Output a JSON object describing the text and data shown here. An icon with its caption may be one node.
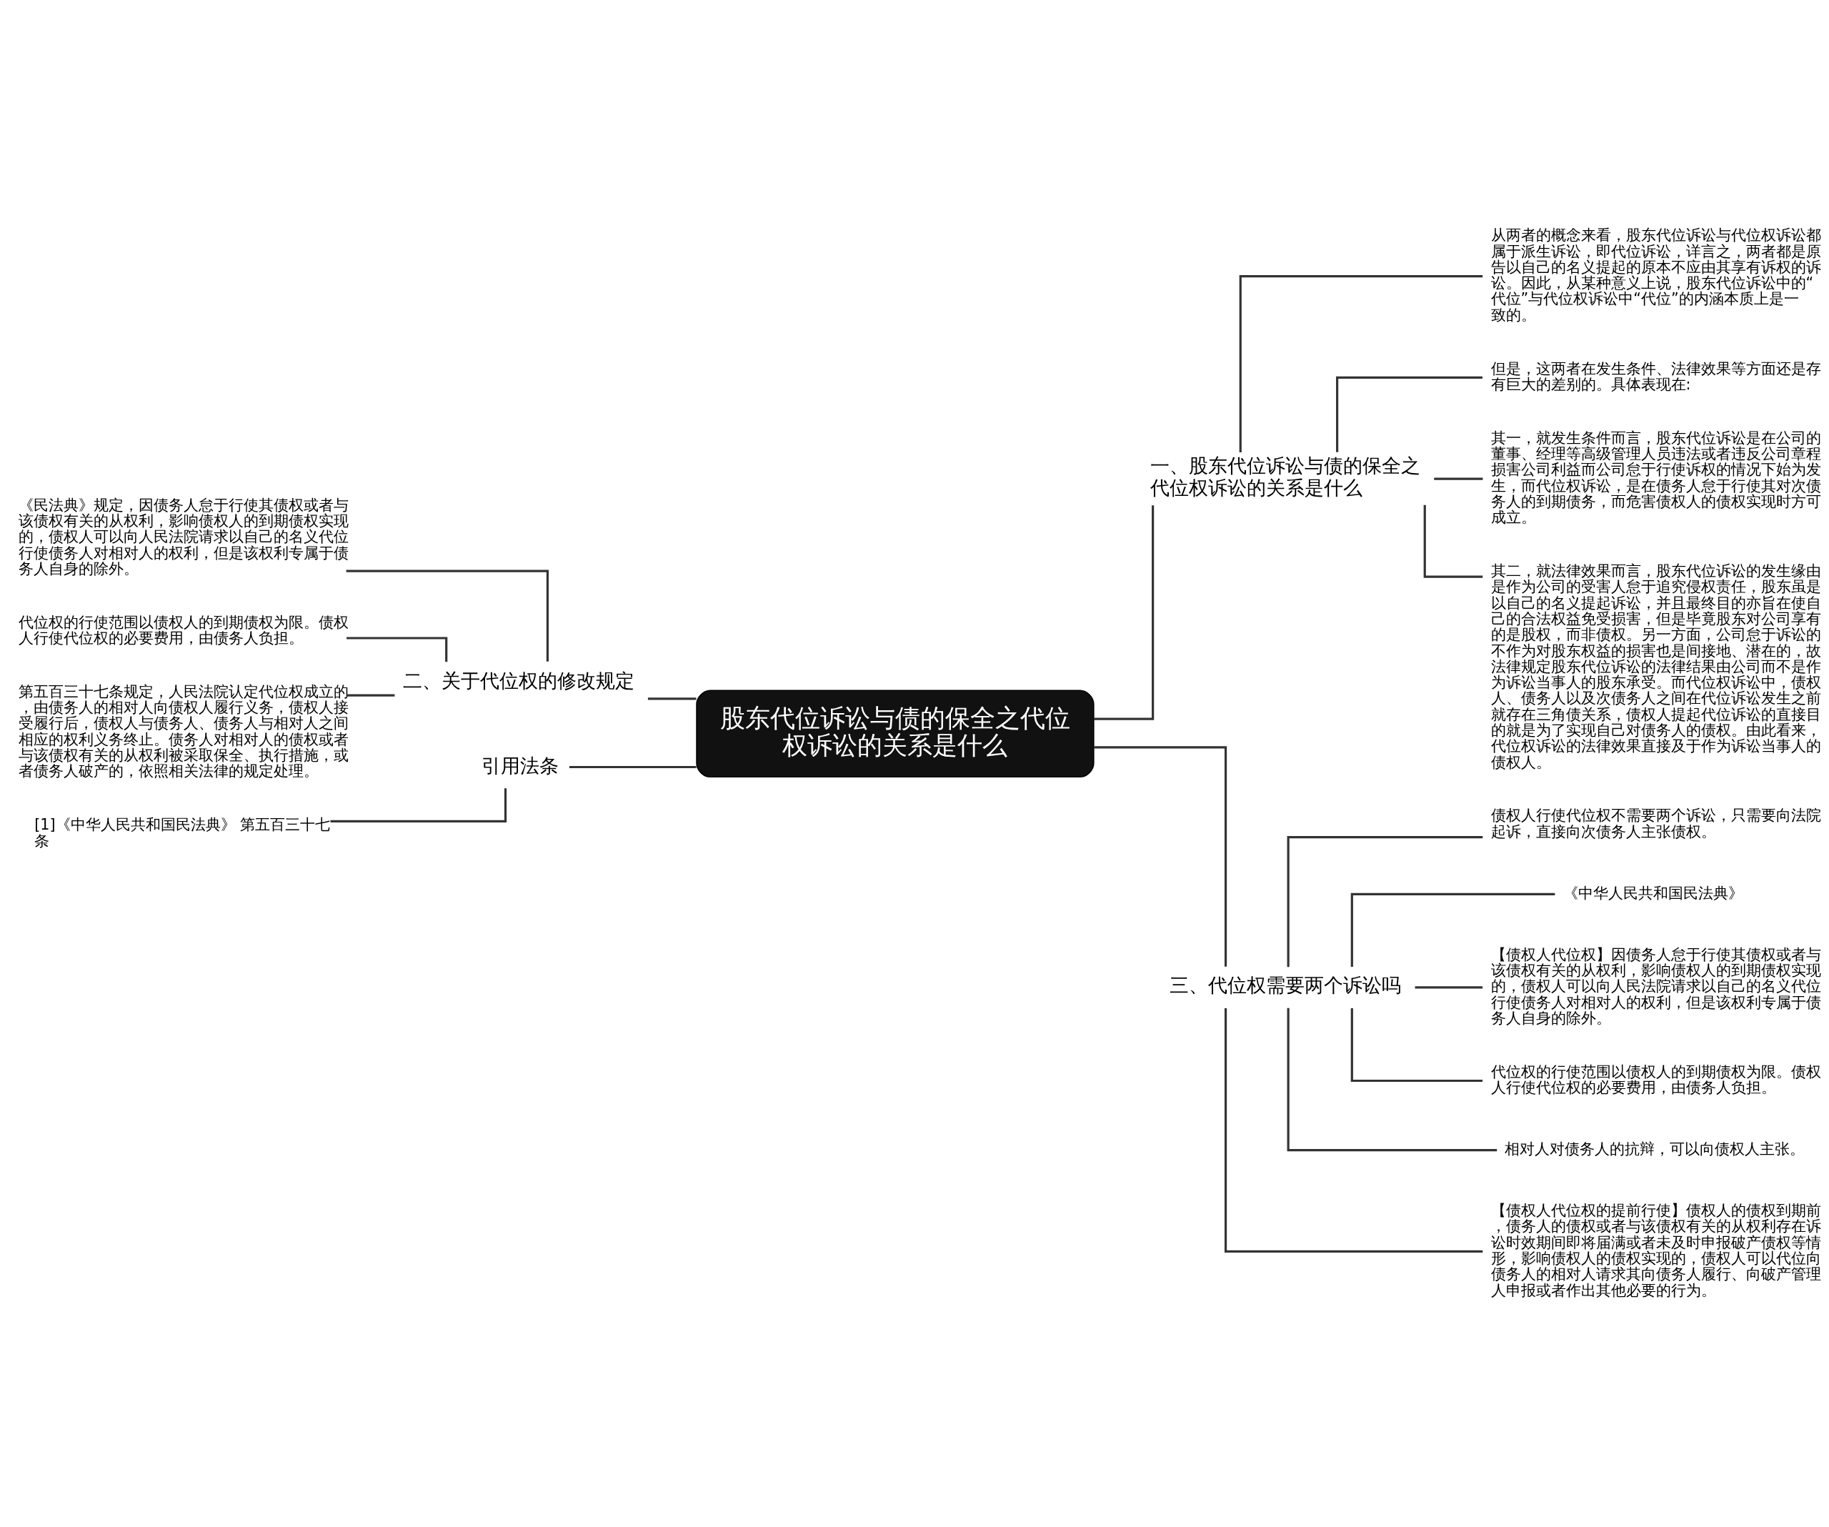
{
  "diagram": {
    "nodes": [
      {
        "text": [
          "股东代位诉讼与债的保全之代位权诉讼的关系是什么"
        ]
      },
      {
        "text": [
          "一、股东代位诉讼与债的保全之代位权诉讼的关系是什么"
        ]
      },
      {
        "text": [
          "从两者的概念来看，股东代位诉讼与代位权诉讼都属于派生诉讼，即代位诉讼，详言之，两者都是原告以自己的名义提起的原本不应由其享有诉权的诉讼。因此，从某种意义上说，股东代位诉讼中的“代位”与代位权诉讼中“代位”的内涵本质上是一致的。"
        ]
      },
      {
        "text": [
          "但是，这两者在发生条件、法律效果等方面还是存有巨大的差别的。具体表现在:"
        ]
      },
      {
        "text": [
          "其一，就发生条件而言，股东代位诉讼是在公司的董事、经理等高级管理人员违法或者违反公司章程损害公司利益而公司怠于行使诉权的情况下始为发生，而代位权诉讼，是在债务人怠于行使其对次债务人的到期债务，而危害债权人的债权实现时方可成立。"
        ]
      },
      {
        "text": [
          "其二，就法律效果而言，股东代位诉讼的发生缘由是作为公司的受害人怠于追究侵权责任，股东虽是以自己的名义提起诉讼，并且最终目的亦旨在使自己的合法权益免受损害，但是毕竟股东对公司享有的是股权，而非债权。另一方面，公司怠于诉讼的不作为对股东权益的损害也是间接地、潜在的，故法律规定股东代位诉讼的法律结果由公司而不是作为诉讼当事人的股东承受。而代位权诉讼中，债权人、债务人以及次债务人之间在代位诉讼发生之前就存在三角债关系，债权人提起代位诉讼的直接目的就是为了实现自己对债务人的债权。由此看来，代位权诉讼的法律效果直接及于作为诉讼当事人的债权人。"
        ]
      },
      {
        "text": [
          "二、关于代位权的修改规定"
        ]
      },
      {
        "text": [
          "《民法典》规定，因债务人怠于行使其债权或者与该债权有关的从权利，影响债权人的到期债权实现的，债权人可以向人民法院请求以自己的名义代位行使债务人对相对人的权利，但是该权利专属于债务人自身的除外。"
        ]
      },
      {
        "text": [
          "代位权的行使范围以债权人的到期债权为限。债权人行使代位权的必要费用，由债务人负担。"
        ]
      },
      {
        "text": [
          "第五百三十七条规定，人民法院认定代位权成立的，由债务人的相对人向债权人履行义务，债权人接受履行后，债权人与债务人、债务人与相对人之间相应的权利义务终止。债务人对相对人的债权或者与该债权有关的从权利被采取保全、执行措施，或者债务人破产的，依照相关法律的规定处理。"
        ]
      },
      {
        "text": [
          "引用法条"
        ]
      },
      {
        "text": [
          "[1]《中华人民共和国民法典》 第五百三十七条"
        ]
      },
      {
        "text": [
          "三、代位权需要两个诉讼吗"
        ]
      },
      {
        "text": [
          "债权人行使代位权不需要两个诉讼，只需要向法院起诉，直接向次债务人主张债权。"
        ]
      },
      {
        "text": [
          "《中华人民共和国民法典》"
        ]
      },
      {
        "text": [
          "【债权人代位权】因债务人怠于行使其债权或者与该债权有关的从权利，影响债权人的到期债权实现的，债权人可以向人民法院请求以自己的名义代位行使债务人对相对人的权利，但是该权利专属于债务人自身的除外。"
        ]
      },
      {
        "text": [
          "代位权的行使范围以债权人的到期债权为限。债权人行使代位权的必要费用，由债务人负担。"
        ]
      },
      {
        "text": [
          "相对人对债务人的抗辩，可以向债权人主张。"
        ]
      },
      {
        "text": [
          "【债权人代位权的提前行使】债权人的债权到期前，债务人的债权或者与该债权有关的从权利存在诉讼时效期间即将届满或者未及时申报破产债权等情形，影响债权人的债权实现的，债权人可以代位向债务人的相对人请求其向债务人履行、向破产管理人申报或者作出其他必要的行为。"
        ]
      }
    ],
    "edges": [
      {
        "from": 0,
        "to": 1,
        "arrow": "none"
      },
      {
        "from": 1,
        "to": 2,
        "arrow": "none"
      },
      {
        "from": 1,
        "to": 3,
        "arrow": "none"
      },
      {
        "from": 1,
        "to": 4,
        "arrow": "none"
      },
      {
        "from": 1,
        "to": 5,
        "arrow": "none"
      },
      {
        "from": 0,
        "to": 6,
        "arrow": "none"
      },
      {
        "from": 6,
        "to": 7,
        "arrow": "none"
      },
      {
        "from": 6,
        "to": 8,
        "arrow": "none"
      },
      {
        "from": 6,
        "to": 9,
        "arrow": "none"
      },
      {
        "from": 0,
        "to": 10,
        "arrow": "none"
      },
      {
        "from": 10,
        "to": 11,
        "arrow": "none"
      },
      {
        "from": 0,
        "to": 12,
        "arrow": "none"
      },
      {
        "from": 12,
        "to": 13,
        "arrow": "none"
      },
      {
        "from": 12,
        "to": 14,
        "arrow": "none"
      },
      {
        "from": 12,
        "to": 15,
        "arrow": "none"
      },
      {
        "from": 12,
        "to": 16,
        "arrow": "none"
      },
      {
        "from": 12,
        "to": 17,
        "arrow": "none"
      },
      {
        "from": 12,
        "to": 18,
        "arrow": "none"
      }
    ]
  }
}
